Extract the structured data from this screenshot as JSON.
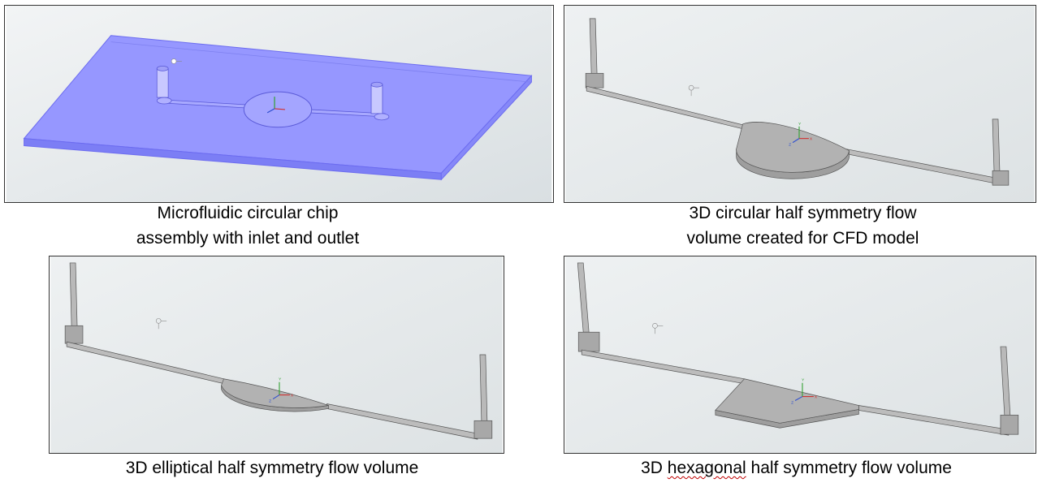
{
  "panels": [
    {
      "id": "chip",
      "caption_lines": [
        "Microfluidic circular chip",
        "assembly with inlet and outlet"
      ]
    },
    {
      "id": "circular",
      "caption_lines": [
        "3D circular half symmetry flow",
        "volume created for CFD model"
      ]
    },
    {
      "id": "elliptical",
      "caption_lines": [
        "3D elliptical half symmetry flow volume"
      ]
    },
    {
      "id": "hexagonal",
      "caption_parts": [
        "3D ",
        "hexagonal",
        " half symmetry flow volume"
      ]
    }
  ],
  "axis_labels": {
    "x": "X",
    "y": "Y",
    "z": "Z"
  },
  "colors": {
    "background": "#e6eaec",
    "chip_fill": "#8f90ff",
    "volume_grey": "#b4b4b4",
    "axis_x": "#d03030",
    "axis_y": "#30a030",
    "axis_z": "#3050d0"
  }
}
